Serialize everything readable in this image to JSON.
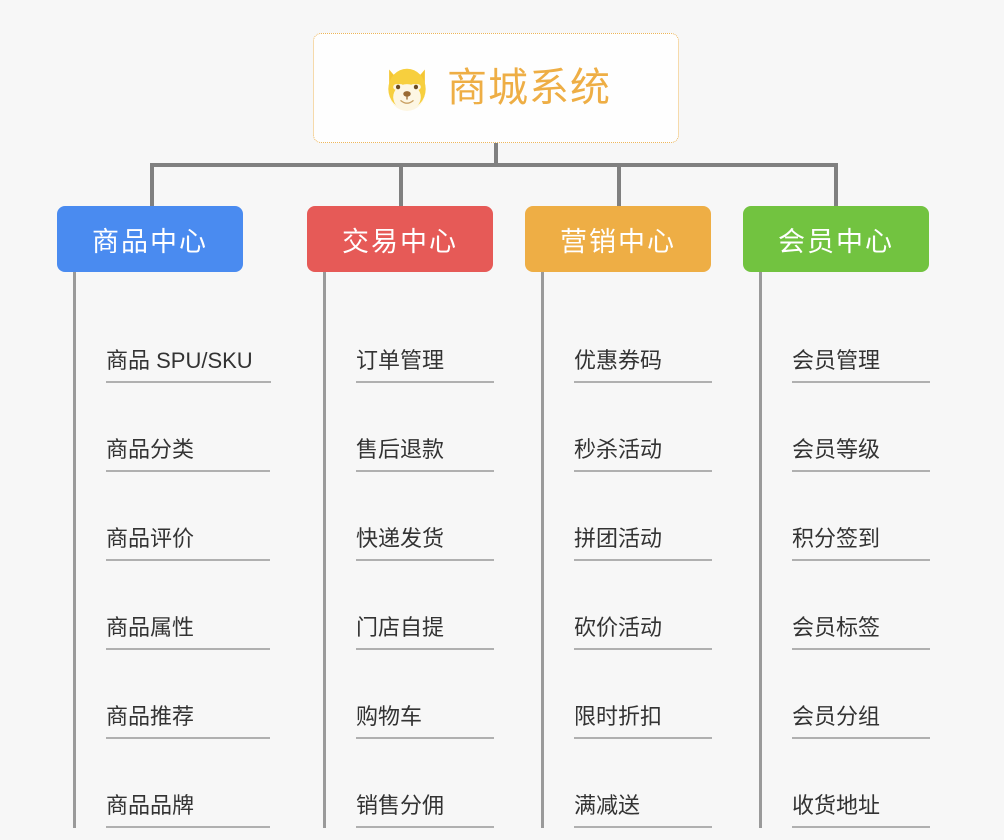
{
  "root": {
    "icon": "dog-face-icon",
    "title": "商城系统",
    "accent": "#eeae45",
    "border": "#edb558"
  },
  "connector_color": "#808080",
  "columns": [
    {
      "id": "product-center",
      "label": "商品中心",
      "color": "#4a8bf0",
      "items": [
        "商品 SPU/SKU",
        "商品分类",
        "商品评价",
        "商品属性",
        "商品推荐",
        "商品品牌"
      ]
    },
    {
      "id": "trade-center",
      "label": "交易中心",
      "color": "#e65a57",
      "items": [
        "订单管理",
        "售后退款",
        "快递发货",
        "门店自提",
        "购物车",
        "销售分佣"
      ]
    },
    {
      "id": "marketing-center",
      "label": "营销中心",
      "color": "#eeae45",
      "items": [
        "优惠券码",
        "秒杀活动",
        "拼团活动",
        "砍价活动",
        "限时折扣",
        "满减送"
      ]
    },
    {
      "id": "member-center",
      "label": "会员中心",
      "color": "#72c340",
      "items": [
        "会员管理",
        "会员等级",
        "积分签到",
        "会员标签",
        "会员分组",
        "收货地址"
      ]
    }
  ]
}
